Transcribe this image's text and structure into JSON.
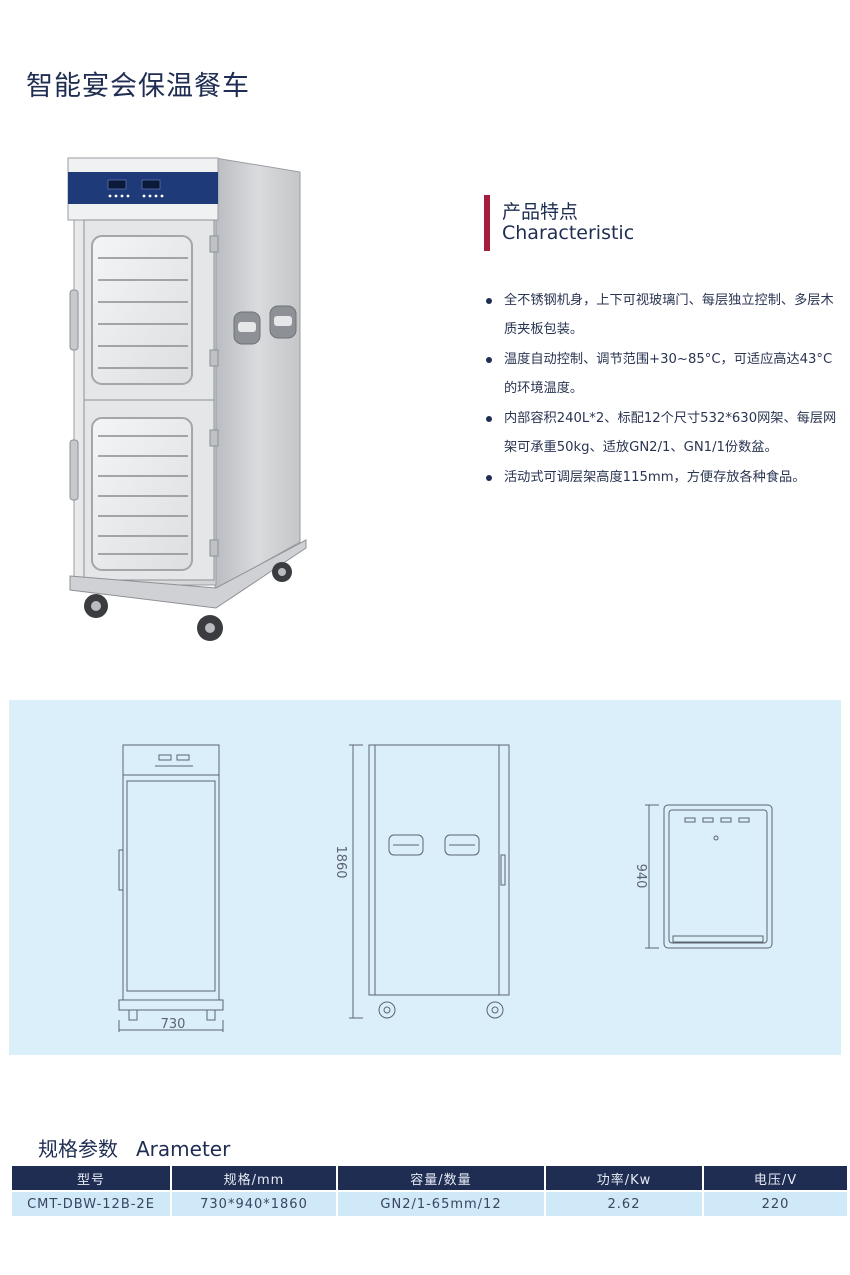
{
  "page": {
    "title": "智能宴会保温餐车"
  },
  "characteristic": {
    "title_cn": "产品特点",
    "title_en": "Characteristic",
    "accent_color": "#a51d3e"
  },
  "features": [
    "全不锈钢机身，上下可视玻璃门、每层独立控制、多层木质夹板包装。",
    "温度自动控制、调节范围+30~85°C，可适应高达43°C的环境温度。",
    "内部容积240L*2、标配12个尺寸532*630网架、每层网架可承重50kg、适放GN2/1、GN1/1份数盆。",
    "活动式可调层架高度115mm，方便存放各种食品。"
  ],
  "drawings": {
    "width_label": "730",
    "height_label": "1860",
    "depth_label": "940",
    "panel_color": "#daeffa"
  },
  "spec": {
    "title_cn": "规格参数",
    "title_en": "Arameter",
    "headers": [
      "型号",
      "规格/mm",
      "容量/数量",
      "功率/Kw",
      "电压/V"
    ],
    "row": [
      "CMT-DBW-12B-2E",
      "730*940*1860",
      "GN2/1-65mm/12",
      "2.62",
      "220"
    ],
    "header_color": "#1f2d52",
    "cell_color": "#cfe9f8"
  }
}
